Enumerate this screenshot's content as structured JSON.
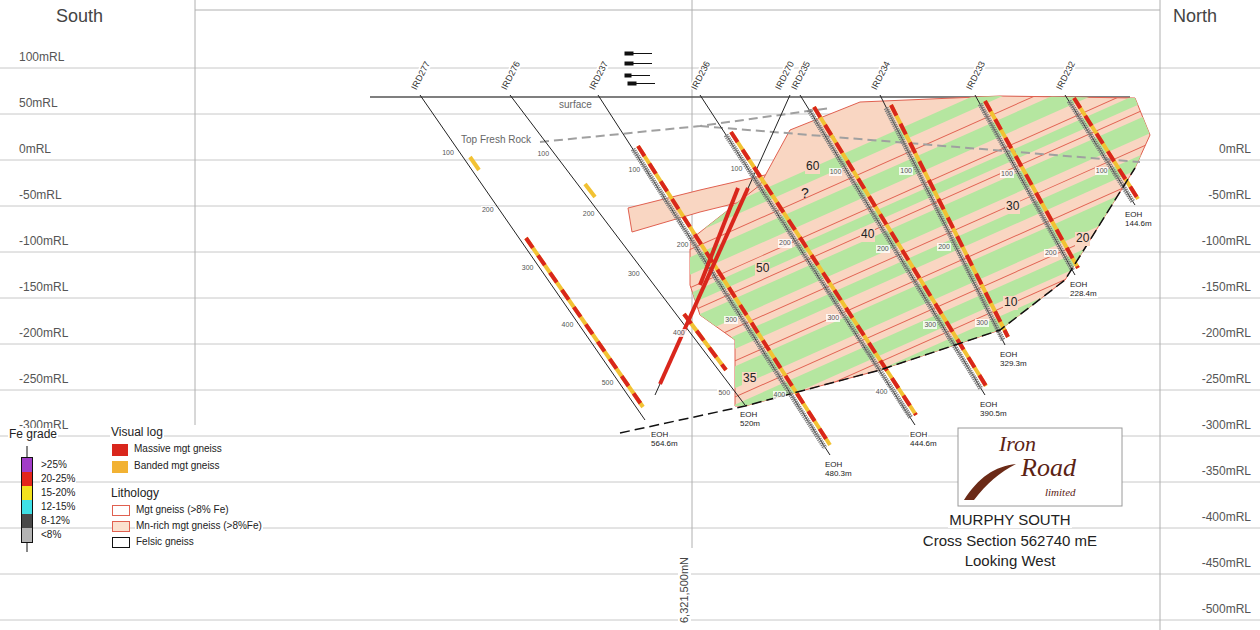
{
  "diagram": {
    "title": "MURPHY SOUTH",
    "nodes": [
      {
        "text": [
          "Iron",
          "Road",
          "limited"
        ]
      }
    ],
    "labels": [
      "South",
      "North",
      "100mRL",
      "50mRL",
      "0mRL",
      "-50mRL",
      "-100mRL",
      "-150mRL",
      "-200mRL",
      "-250mRL",
      "-300mRL",
      "0mRL",
      "-50mRL",
      "-100mRL",
      "-150mRL",
      "-200mRL",
      "-250mRL",
      "-300mRL",
      "-350mRL",
      "-400mRL",
      "-450mRL",
      "-500mRL",
      "IRD277",
      "IRD276",
      "IRD237",
      "IRD236",
      "IRD270",
      "IRD235",
      "IRD234",
      "IRD233",
      "IRD232",
      "surface",
      "Top Fresh Rock",
      "?",
      "60",
      "50",
      "40",
      "30",
      "20",
      "10",
      "35",
      "EOH",
      "564.6m",
      "EOH",
      "520m",
      "EOH",
      "480.3m",
      "EOH",
      "444.6m",
      "EOH",
      "390.5m",
      "EOH",
      "329.3m",
      "EOH",
      "228.4m",
      "EOH",
      "144.6m",
      "100",
      "200",
      "300",
      "400",
      "500",
      "100",
      "200",
      "300",
      "400",
      "500",
      "100",
      "200",
      "300",
      "400",
      "100",
      "200",
      "300",
      "400",
      "100",
      "200",
      "300",
      "100",
      "200",
      "300",
      "100",
      "200",
      "100",
      "6,321,500mN",
      "Fe grade",
      "Visual log",
      "Lithology",
      "Cross Section 562740 mE",
      "Looking West"
    ],
    "legend": [
      {
        "text": ">25%",
        "color": "#a23cc8"
      },
      {
        "text": "20-25%",
        "color": "#e3261c"
      },
      {
        "text": "15-20%",
        "color": "#f3e21e"
      },
      {
        "text": "12-15%",
        "color": "#3fe0e6"
      },
      {
        "text": "8-12%",
        "color": "#4a4a4a"
      },
      {
        "text": "<8%",
        "color": "#b4b4b4"
      },
      {
        "text": "Massive mgt gneiss",
        "color": "#d9261c"
      },
      {
        "text": "Banded mgt gneiss",
        "color": "#f2b233"
      },
      {
        "text": "Mgt gneiss (>8% Fe)"
      },
      {
        "text": "Mn-rich mgt gneiss (>8%Fe)",
        "color": "#fbe1cf"
      },
      {
        "text": "Felsic gneiss"
      }
    ]
  }
}
